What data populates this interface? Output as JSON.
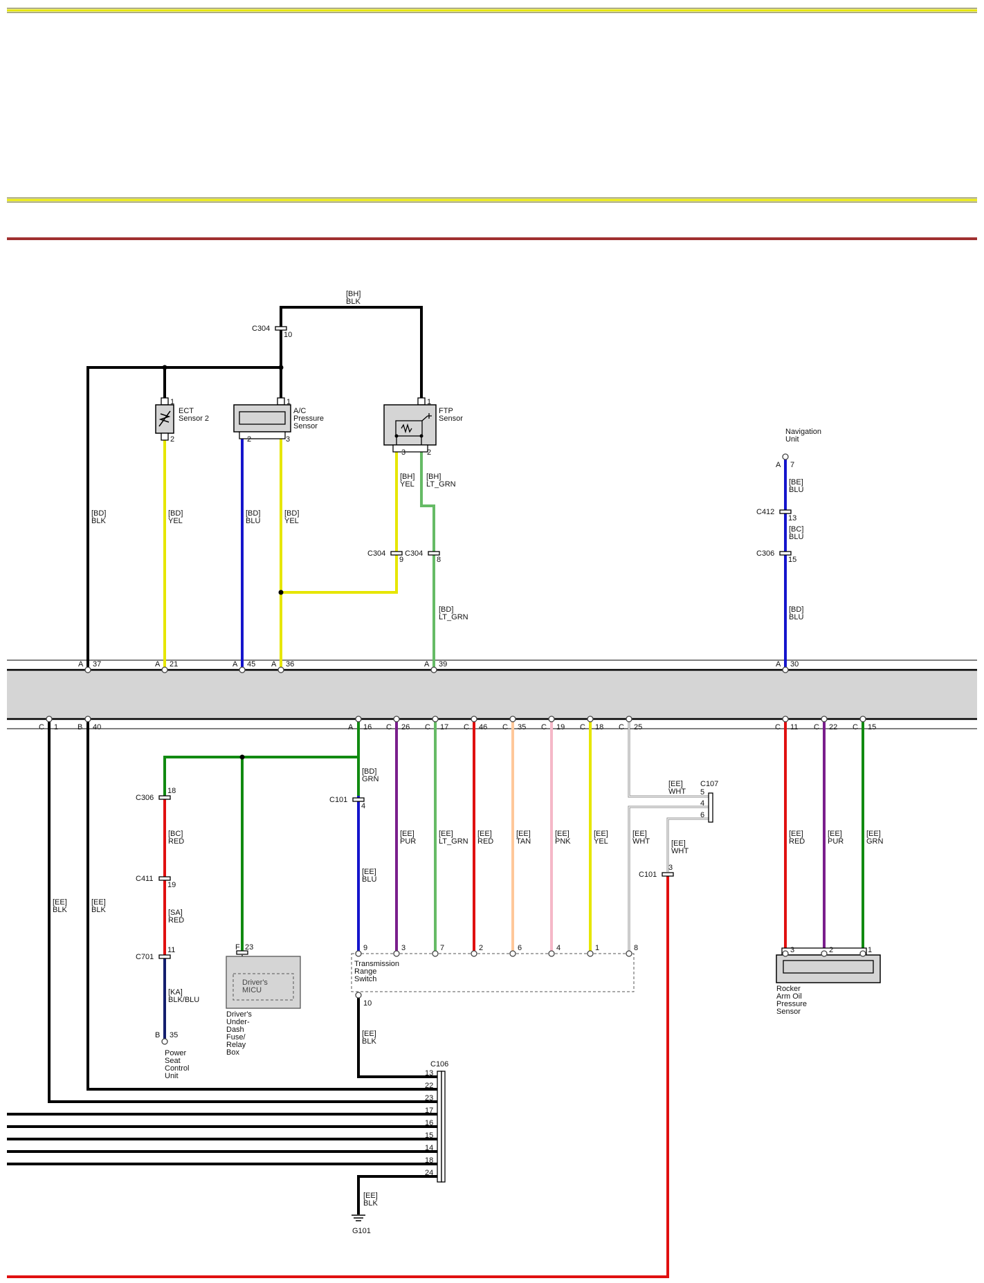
{
  "ecm_connectors": {
    "top": [
      {
        "label": "A",
        "pin": "37"
      },
      {
        "label": "A",
        "pin": "21"
      },
      {
        "label": "A",
        "pin": "45"
      },
      {
        "label": "A",
        "pin": "36"
      },
      {
        "label": "A",
        "pin": "39"
      },
      {
        "label": "A",
        "pin": "30"
      }
    ],
    "bottom": [
      {
        "label": "C",
        "pin": "1"
      },
      {
        "label": "B",
        "pin": "40"
      },
      {
        "label": "A",
        "pin": "16"
      },
      {
        "label": "C",
        "pin": "26"
      },
      {
        "label": "C",
        "pin": "17"
      },
      {
        "label": "C",
        "pin": "46"
      },
      {
        "label": "C",
        "pin": "35"
      },
      {
        "label": "C",
        "pin": "19"
      },
      {
        "label": "C",
        "pin": "18"
      },
      {
        "label": "C",
        "pin": "25"
      },
      {
        "label": "C",
        "pin": "11"
      },
      {
        "label": "C",
        "pin": "22"
      },
      {
        "label": "C",
        "pin": "15"
      }
    ]
  },
  "components": {
    "ect": {
      "name1": "ECT",
      "name2": "Sensor 2",
      "pin_top": "1",
      "pin_bottom": "2"
    },
    "ac": {
      "name1": "A/C",
      "name2": "Pressure",
      "name3": "Sensor",
      "pin_top": "1",
      "pin_left": "2",
      "pin_right": "3"
    },
    "ftp": {
      "name1": "FTP",
      "name2": "Sensor",
      "pin_top": "1",
      "pin_left": "3",
      "pin_right": "2"
    },
    "nav": {
      "name1": "Navigation",
      "name2": "Unit",
      "conn": "A",
      "pin": "7"
    },
    "power_seat": {
      "conn": "B",
      "pin": "35",
      "name1": "Power",
      "name2": "Seat",
      "name3": "Control",
      "name4": "Unit"
    },
    "fuse_box": {
      "conn": "F",
      "pin": "23",
      "inner1": "Driver's",
      "inner2": "MICU",
      "name1": "Driver's",
      "name2": "Under-",
      "name3": "Dash",
      "name4": "Fuse/",
      "name5": "Relay",
      "name6": "Box"
    },
    "trs": {
      "name1": "Transmission",
      "name2": "Range",
      "name3": "Switch",
      "pins": [
        "9",
        "3",
        "7",
        "2",
        "6",
        "4",
        "1",
        "8"
      ],
      "pin_bottom": "10"
    },
    "rocker": {
      "pins": [
        "3",
        "2",
        "1"
      ],
      "name1": "Rocker",
      "name2": "Arm Oil",
      "name3": "Pressure",
      "name4": "Sensor"
    }
  },
  "inline_connectors": {
    "c304_top": {
      "name": "C304",
      "pin": "10"
    },
    "c304_a": {
      "name": "C304",
      "pin": "9"
    },
    "c304_b": {
      "name": "C304",
      "pin": "8"
    },
    "c412": {
      "name": "C412",
      "pin": "13"
    },
    "c306_nav": {
      "name": "C306",
      "pin": "15"
    },
    "c306": {
      "name": "C306",
      "pin": "18"
    },
    "c411": {
      "name": "C411",
      "pin": "19"
    },
    "c701": {
      "name": "C701",
      "pin": "11"
    },
    "c101_blu": {
      "name": "C101",
      "pin": "4"
    },
    "c107": {
      "name": "C107",
      "pins": [
        "5",
        "4",
        "6"
      ]
    },
    "c101_red": {
      "name": "C101",
      "pin": "3"
    },
    "c106": {
      "name": "C106",
      "pins": [
        "13",
        "22",
        "23",
        "17",
        "16",
        "15",
        "14",
        "18",
        "24"
      ]
    }
  },
  "wire_labels": {
    "bh_blk": [
      "[BH]",
      "BLK"
    ],
    "bd_blk": [
      "[BD]",
      "BLK"
    ],
    "bd_yel_ect": [
      "[BD]",
      "YEL"
    ],
    "bd_blu_ac": [
      "[BD]",
      "BLU"
    ],
    "bd_yel_ac": [
      "[BD]",
      "YEL"
    ],
    "bh_yel": [
      "[BH]",
      "YEL"
    ],
    "bh_ltgrn": [
      "[BH]",
      "LT_GRN"
    ],
    "bd_ltgrn": [
      "[BD]",
      "LT_GRN"
    ],
    "be_blu": [
      "[BE]",
      "BLU"
    ],
    "bc_blu": [
      "[BC]",
      "BLU"
    ],
    "bd_blu_nav": [
      "[BD]",
      "BLU"
    ],
    "ee_blk_1": [
      "[EE]",
      "BLK"
    ],
    "ee_blk_2": [
      "[EE]",
      "BLK"
    ],
    "bc_red": [
      "[BC]",
      "RED"
    ],
    "sa_red": [
      "[SA]",
      "RED"
    ],
    "ka_blkblu": [
      "[KA]",
      "BLK/BLU"
    ],
    "bd_grn": [
      "[BD]",
      "GRN"
    ],
    "ee_blu": [
      "[EE]",
      "BLU"
    ],
    "ee_pur": [
      "[EE]",
      "PUR"
    ],
    "ee_ltgrn": [
      "[EE]",
      "LT_GRN"
    ],
    "ee_red": [
      "[EE]",
      "RED"
    ],
    "ee_tan": [
      "[EE]",
      "TAN"
    ],
    "ee_pnk": [
      "[EE]",
      "PNK"
    ],
    "ee_yel": [
      "[EE]",
      "YEL"
    ],
    "ee_wht_1": [
      "[EE]",
      "WHT"
    ],
    "ee_wht_2": [
      "[EE]",
      "WHT"
    ],
    "ee_wht_3": [
      "[EE]",
      "WHT"
    ],
    "ee_blk_trs": [
      "[EE]",
      "BLK"
    ],
    "ee_blk_g": [
      "[EE]",
      "BLK"
    ],
    "ee_red_r": [
      "[EE]",
      "RED"
    ],
    "ee_pur_r": [
      "[EE]",
      "PUR"
    ],
    "ee_grn_r": [
      "[EE]",
      "GRN"
    ]
  },
  "ground": {
    "name": "G101"
  }
}
